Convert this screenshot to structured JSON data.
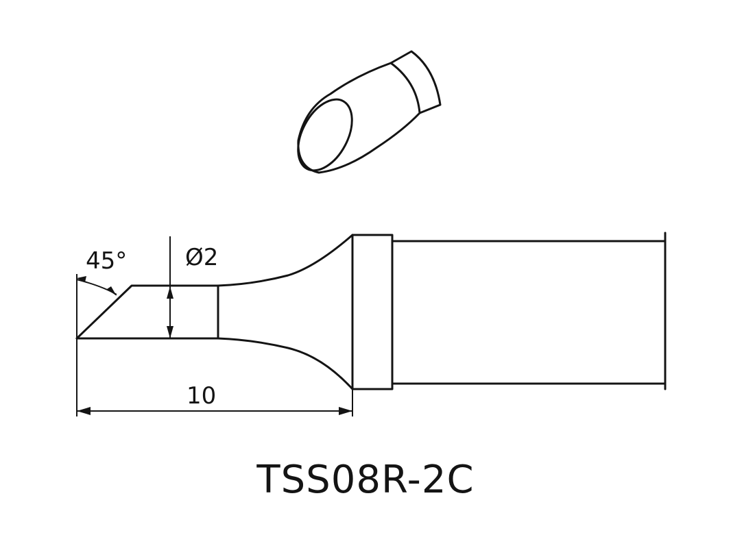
{
  "diagram": {
    "model": "TSS08R-2C",
    "angle_label": "45°",
    "diameter_label": "Ø2",
    "length_label": "10"
  },
  "colors": {
    "line": "#141414",
    "background": "#ffffff"
  }
}
